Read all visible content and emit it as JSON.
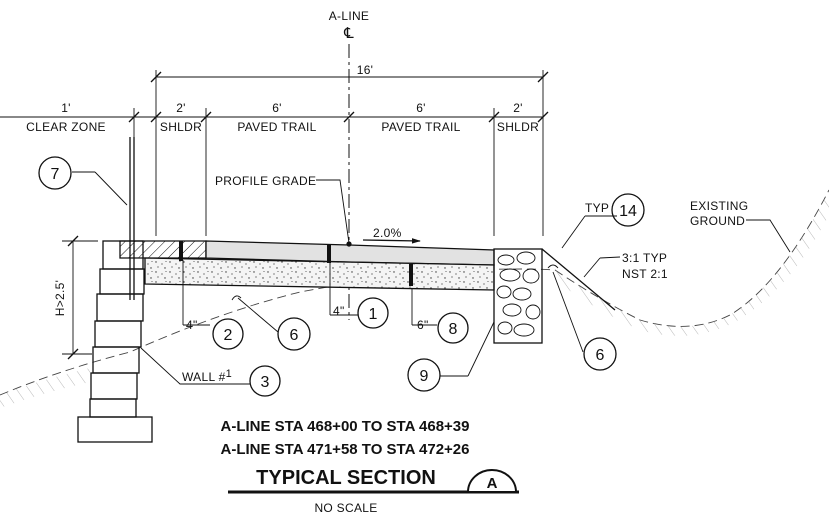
{
  "centerline": {
    "label": "A-LINE",
    "symbol": "℄"
  },
  "dimensions": {
    "overall": "16'",
    "clear_zone_width": "1'",
    "clear_zone_label": "CLEAR ZONE",
    "left_shoulder_width": "2'",
    "left_shoulder_label": "SHLDR",
    "left_trail_width": "6'",
    "left_trail_label": "PAVED TRAIL",
    "right_trail_width": "6'",
    "right_trail_label": "PAVED TRAIL",
    "right_shoulder_width": "2'",
    "right_shoulder_label": "SHLDR"
  },
  "labels": {
    "profile_grade": "PROFILE GRADE",
    "cross_slope": "2.0%",
    "typ": "TYP",
    "side_slope_line1": "3:1 TYP",
    "side_slope_line2": "NST 2:1",
    "existing_ground_line1": "EXISTING",
    "existing_ground_line2": "GROUND",
    "wall_height": "H>2.5'",
    "wall_text": "WALL #",
    "wall_number": "1",
    "thick_4a": "4\"",
    "thick_4b": "4\"",
    "thick_6": "6\""
  },
  "callouts": [
    "7",
    "2",
    "6",
    "1",
    "8",
    "9",
    "14",
    "6",
    "3"
  ],
  "title_block": {
    "station_line1": "A-LINE STA 468+00 TO STA 468+39",
    "station_line2": "A-LINE STA 471+58 TO STA 472+26",
    "title": "TYPICAL SECTION",
    "section_letter": "A",
    "scale": "NO SCALE"
  }
}
